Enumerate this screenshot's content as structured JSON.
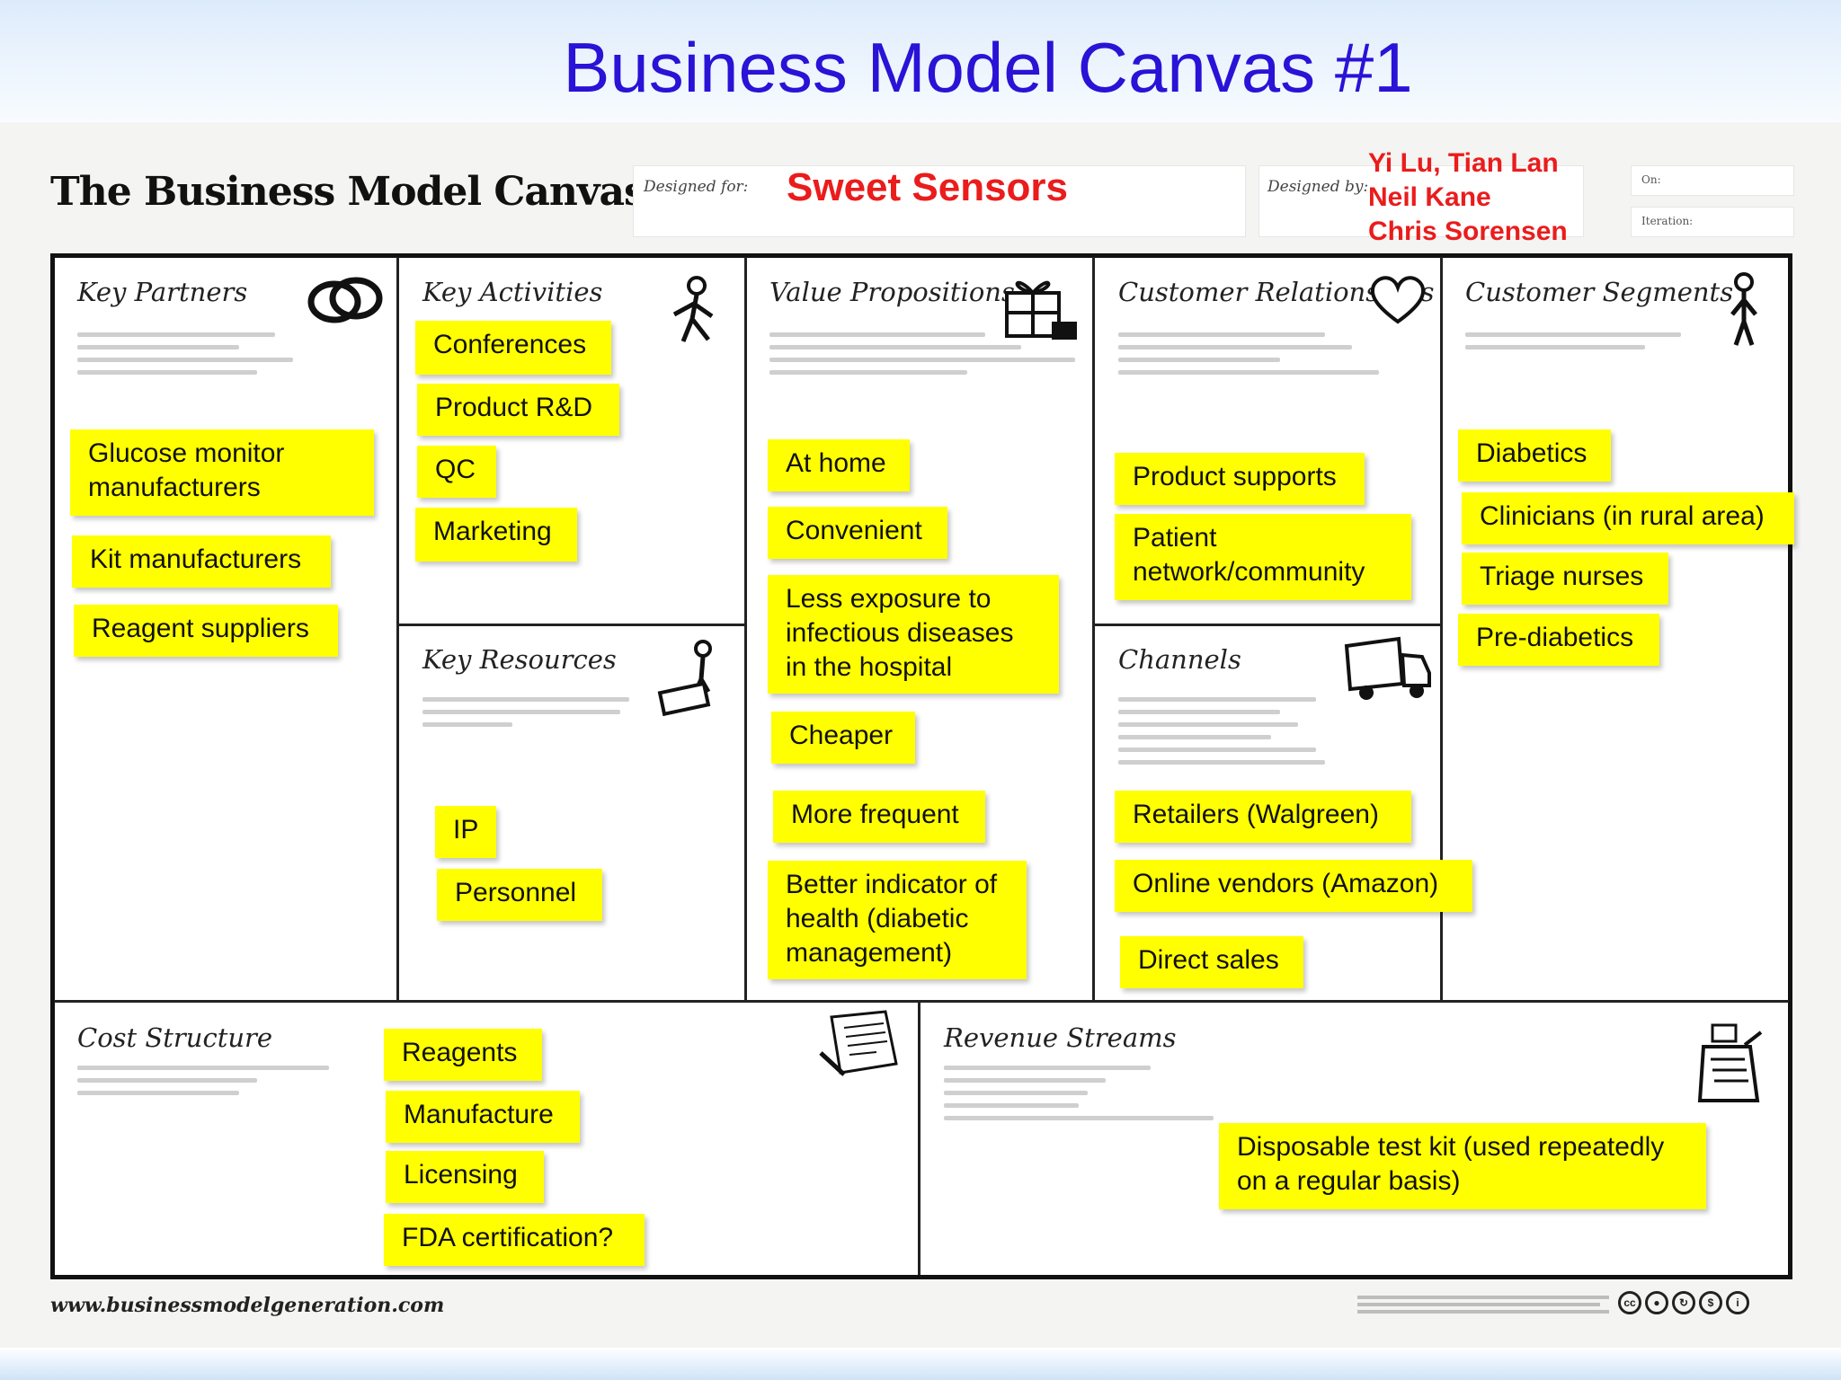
{
  "slide": {
    "title": "Business Model Canvas #1"
  },
  "header": {
    "canvas_title": "The Business Model Canvas",
    "designed_for_label": "Designed for:",
    "designed_for_value": "Sweet Sensors",
    "designed_by_label": "Designed by:",
    "designers": [
      "Yi Lu, Tian Lan",
      "Neil Kane",
      "Chris Sorensen"
    ],
    "on_label": "On:",
    "iteration_label": "Iteration:"
  },
  "blocks": {
    "key_partners": {
      "title": "Key Partners",
      "icon": "chain-link-icon",
      "notes": [
        "Glucose monitor\n        manufacturers",
        "Kit manufacturers",
        "Reagent suppliers"
      ]
    },
    "key_activities": {
      "title": "Key Activities",
      "icon": "worker-icon",
      "notes": [
        "Conferences",
        "Product R&D",
        "QC",
        "Marketing"
      ]
    },
    "key_resources": {
      "title": "Key Resources",
      "icon": "factory-worker-icon",
      "notes": [
        "IP",
        "Personnel"
      ]
    },
    "value_propositions": {
      "title": "Value Propositions",
      "icon": "gift-icon",
      "notes": [
        "At home",
        "Convenient",
        "Less exposure to\ninfectious diseases\nin the hospital",
        "Cheaper",
        "More frequent",
        "Better indicator of\nhealth (diabetic\nmanagement)"
      ]
    },
    "customer_relationships": {
      "title": "Customer Relationships",
      "icon": "heart-icon",
      "notes": [
        "Product supports",
        "Patient\nnetwork/community"
      ]
    },
    "channels": {
      "title": "Channels",
      "icon": "truck-icon",
      "notes": [
        "Retailers (Walgreen)",
        "Online vendors (Amazon)",
        "Direct sales"
      ]
    },
    "customer_segments": {
      "title": "Customer Segments",
      "icon": "person-icon",
      "notes": [
        "Diabetics",
        "Clinicians (in rural area)",
        "Triage nurses",
        "Pre-diabetics"
      ]
    },
    "cost_structure": {
      "title": "Cost Structure",
      "icon": "receipt-icon",
      "notes": [
        "Reagents",
        "Manufacture",
        "Licensing",
        "FDA certification?"
      ]
    },
    "revenue_streams": {
      "title": "Revenue Streams",
      "icon": "cash-register-icon",
      "notes": [
        "Disposable test kit (used repeatedly\non a regular basis)"
      ]
    }
  },
  "footer": {
    "url": "www.businessmodelgeneration.com"
  },
  "colors": {
    "title_blue": "#2a12d6",
    "accent_red": "#ea1c1c",
    "sticky_yellow": "#ffff00"
  }
}
